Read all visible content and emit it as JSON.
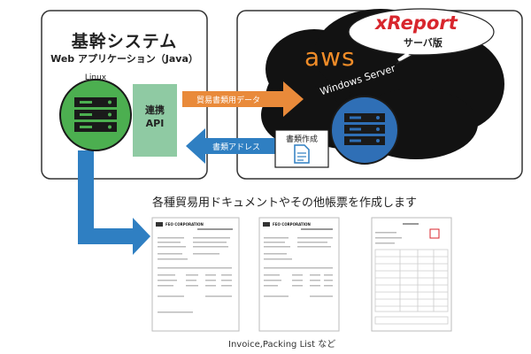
{
  "system": {
    "title": "基幹システム",
    "subtitle": "Web アプリケーション（Java）",
    "os": "Linux",
    "api_label": "連携\nAPI"
  },
  "cloud": {
    "provider": "aws",
    "server": "Windows Server",
    "product_logo": "xReport",
    "product_edition": "サーバ版",
    "doc_create_label": "書類作成"
  },
  "arrows": {
    "to_cloud": "貿易書類用データ",
    "to_system": "書類アドレス"
  },
  "output": {
    "heading": "各種貿易用ドキュメントやその他帳票を作成します",
    "caption": "Invoice,Packing List など",
    "doc1_company": "FEO CORPORATION",
    "doc2_company": "FEO CORPORATION"
  },
  "colors": {
    "green": "#4caf50",
    "api_green": "#8fcaa3",
    "orange": "#e98a3a",
    "blue": "#2f7fc2",
    "server_blue": "#2f6fb6",
    "cloud_black": "#121212",
    "aws_orange": "#f08c28",
    "xreport_red": "#d8262d",
    "xreport_navy": "#2a3c8c"
  }
}
